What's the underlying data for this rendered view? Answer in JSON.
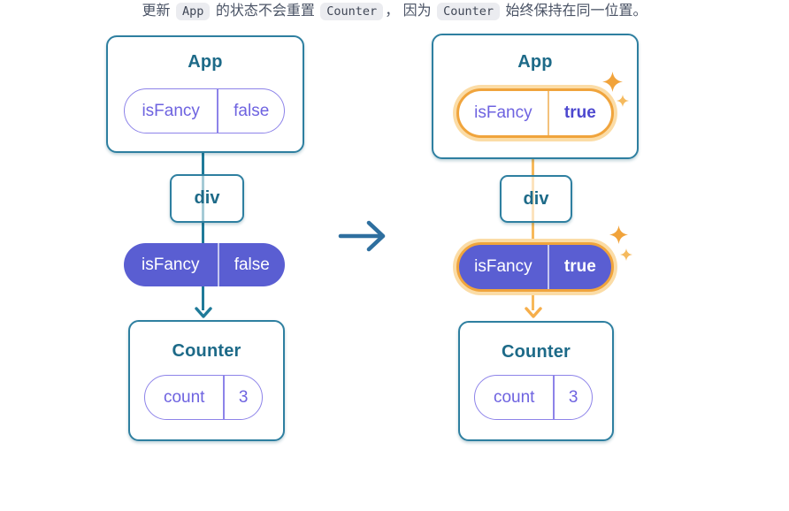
{
  "palette": {
    "teal_border": "#2e7fa0",
    "teal_text": "#1d6a88",
    "teal_line": "#1f7a99",
    "purple_outline": "#8d83e9",
    "purple_text": "#6e63e0",
    "purple_fill": "#5a5ed2",
    "highlight_orange": "#f0a43c",
    "highlight_halo": "#fbdca6",
    "orange_line": "#f7b95a",
    "arrow_blue": "#2e6f9f",
    "caption_text": "#4a5365",
    "code_background": "#ebecf0"
  },
  "icons": {
    "sparkle": "✦",
    "transition_arrow": "→",
    "down_arrowhead": "v"
  },
  "trees": {
    "left": {
      "app_title": "App",
      "app_prop_name": "isFancy",
      "app_prop_value": "false",
      "div_label": "div",
      "pill_prop_name": "isFancy",
      "pill_prop_value": "false",
      "counter_title": "Counter",
      "counter_prop_name": "count",
      "counter_prop_value": "3"
    },
    "right": {
      "app_title": "App",
      "app_prop_name": "isFancy",
      "app_prop_value": "true",
      "div_label": "div",
      "pill_prop_name": "isFancy",
      "pill_prop_value": "true",
      "counter_title": "Counter",
      "counter_prop_name": "count",
      "counter_prop_value": "3"
    }
  },
  "caption": {
    "t1": "更新 ",
    "c1": "App",
    "t2": " 的状态不会重置 ",
    "c2": "Counter",
    "t3": "， 因为 ",
    "c3": "Counter",
    "t4": " 始终保持在同一位置。"
  }
}
